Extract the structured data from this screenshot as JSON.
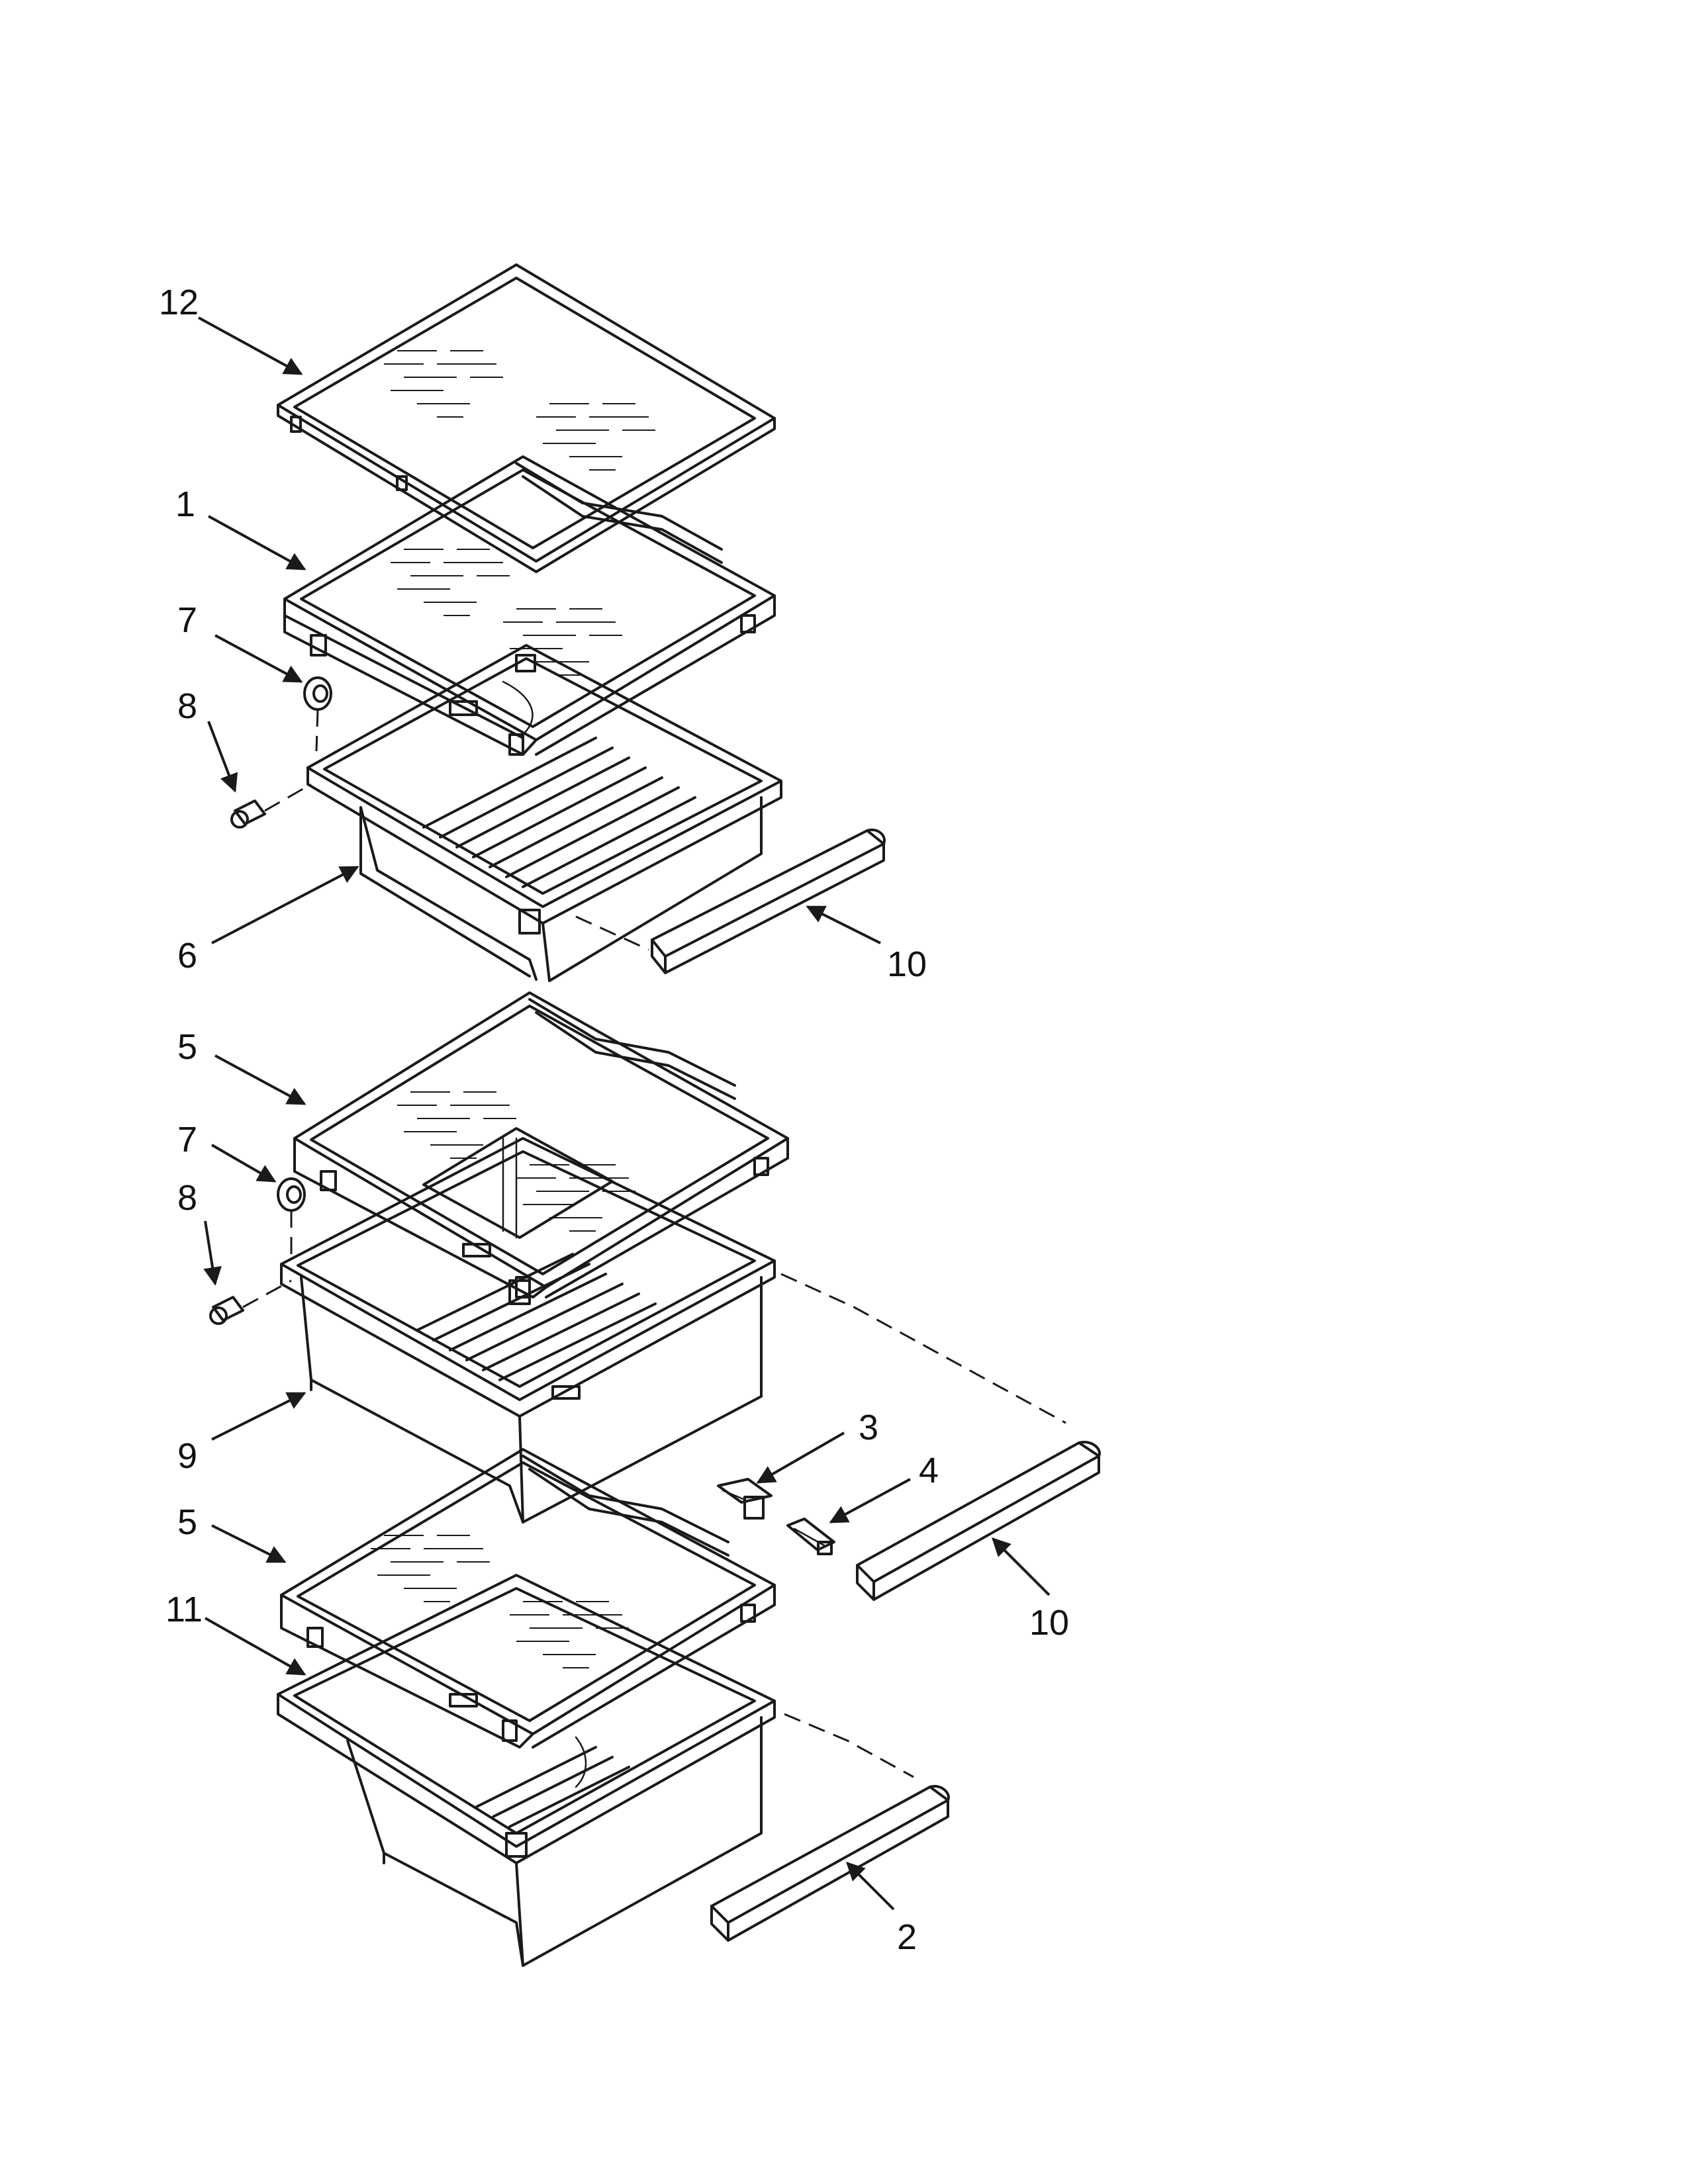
{
  "diagram": {
    "callouts": {
      "c12": "12",
      "c1": "1",
      "c7a": "7",
      "c8a": "8",
      "c6": "6",
      "c10a": "10",
      "c5a": "5",
      "c7b": "7",
      "c8b": "8",
      "c9": "9",
      "c3": "3",
      "c4": "4",
      "c5b": "5",
      "c10b": "10",
      "c11": "11",
      "c2": "2"
    }
  }
}
